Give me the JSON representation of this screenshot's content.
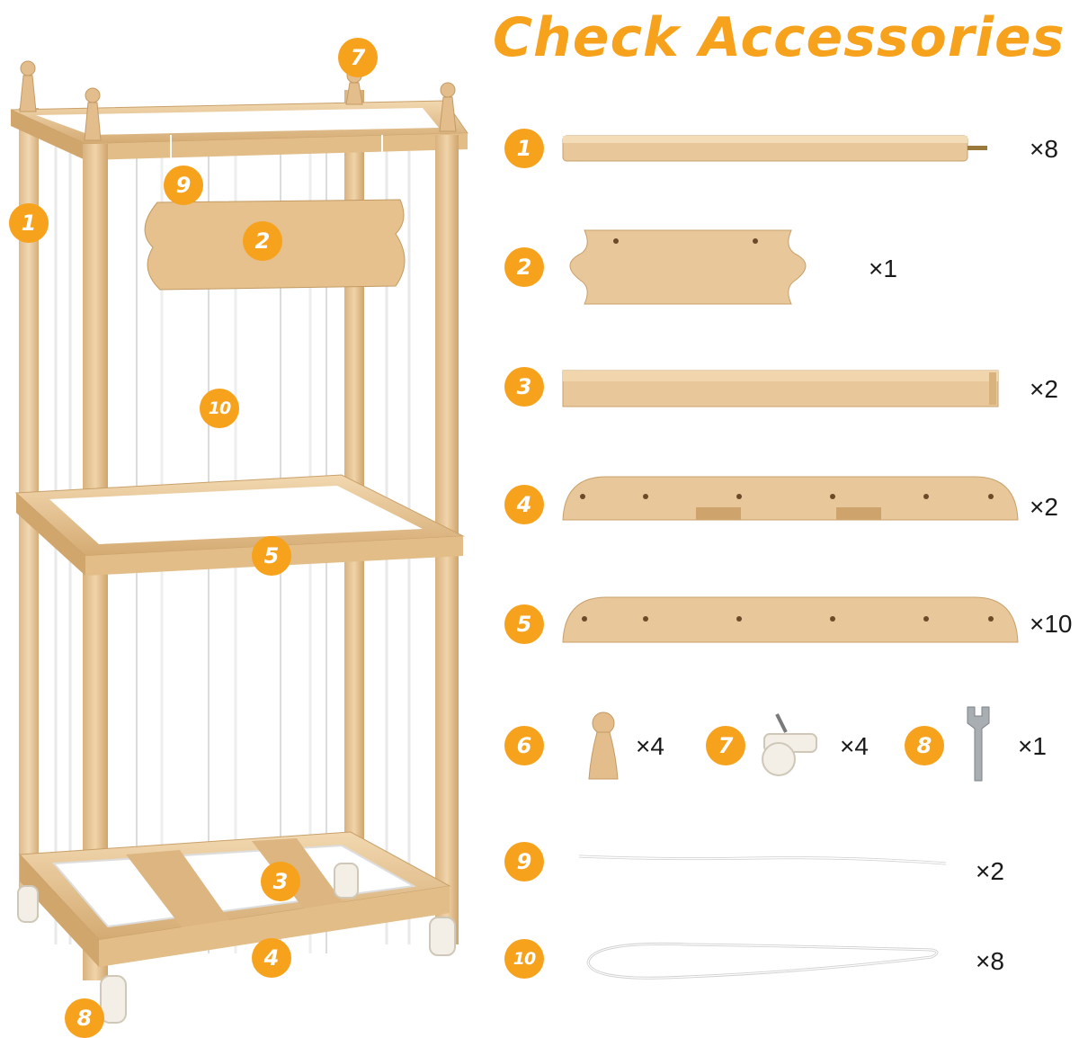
{
  "title": "Check Accessories",
  "colors": {
    "accent": "#f6a21d",
    "wood": "#e8c79a",
    "wood_dark": "#c9a06a",
    "string": "#ffffff"
  },
  "product_callouts": [
    {
      "id": "1",
      "label": "1"
    },
    {
      "id": "2",
      "label": "2"
    },
    {
      "id": "3",
      "label": "3"
    },
    {
      "id": "4",
      "label": "4"
    },
    {
      "id": "5",
      "label": "5"
    },
    {
      "id": "7",
      "label": "7"
    },
    {
      "id": "8",
      "label": "8"
    },
    {
      "id": "9",
      "label": "9"
    },
    {
      "id": "10",
      "label": "10"
    }
  ],
  "accessories": [
    {
      "number": "1",
      "name_icon": "dowel-rod-icon",
      "qty": "×8"
    },
    {
      "number": "2",
      "name_icon": "name-plate-icon",
      "qty": "×1"
    },
    {
      "number": "3",
      "name_icon": "bottom-slat-icon",
      "qty": "×2"
    },
    {
      "number": "4",
      "name_icon": "bottom-rail-icon",
      "qty": "×2"
    },
    {
      "number": "5",
      "name_icon": "frame-rail-icon",
      "qty": "×10"
    },
    {
      "number": "6",
      "name_icon": "finial-knob-icon",
      "qty": "×4"
    },
    {
      "number": "7",
      "name_icon": "caster-wheel-icon",
      "qty": "×4"
    },
    {
      "number": "8",
      "name_icon": "wrench-icon",
      "qty": "×1"
    },
    {
      "number": "9",
      "name_icon": "short-string-icon",
      "qty": "×2"
    },
    {
      "number": "10",
      "name_icon": "elastic-cord-icon",
      "qty": "×8"
    }
  ]
}
